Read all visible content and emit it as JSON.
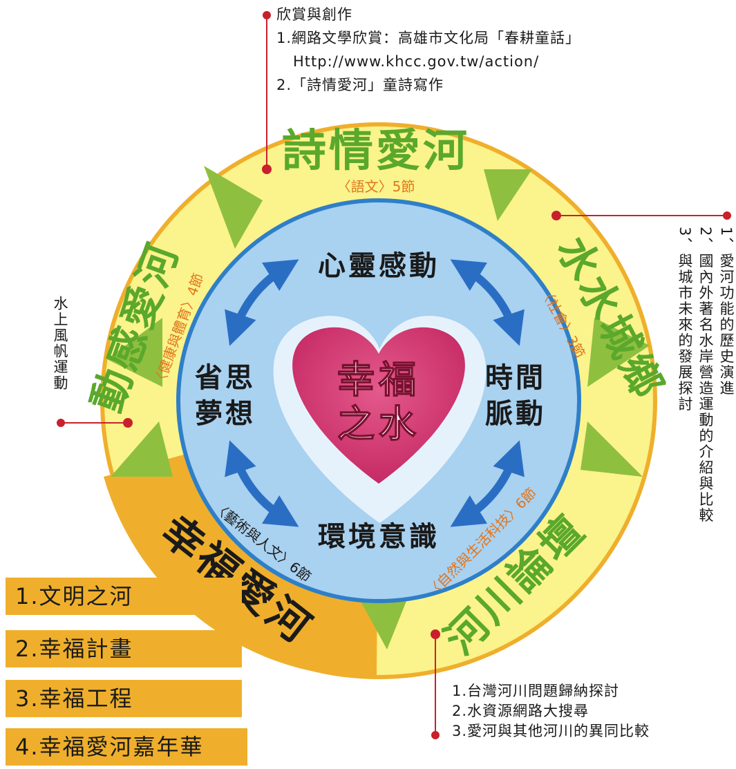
{
  "center": {
    "line1": "幸福",
    "line2": "之水"
  },
  "inner": {
    "top": "心靈感動",
    "bottom": "環境意識",
    "left_line1": "省思",
    "left_line2": "夢想",
    "right_line1": "時間",
    "right_line2": "脈動"
  },
  "themes": {
    "top": {
      "title": "詩情愛河",
      "sub": "〈語文〉5節"
    },
    "upper_right": {
      "title": "水水城鄉",
      "sub": "〈社會〉3節"
    },
    "lower_right": {
      "title": "河川論壇",
      "sub": "〈自然與生活科技〉6節"
    },
    "lower_left": {
      "title": "幸福愛河",
      "sub": "〈藝術與人文〉6節"
    },
    "upper_left": {
      "title": "動感愛河",
      "sub": "〈健康與體育〉4節"
    }
  },
  "notes": {
    "top": [
      "欣賞與創作",
      "1.網路文學欣賞：高雄市文化局「春耕童話」",
      "Http://www.khcc.gov.tw/action/",
      "2.「詩情愛河」童詩寫作"
    ],
    "left": "水上風帆運動",
    "right": [
      "1、愛河功能的歷史演進",
      "2、國內外著名水岸營造運動的介紹與比較",
      "3、與城市未來的發展探討"
    ],
    "bottom": [
      "1.台灣河川問題歸納探討",
      "2.水資源網路大搜尋",
      "3.愛河與其他河川的異同比較"
    ]
  },
  "list": [
    "1.文明之河",
    "2.幸福計畫",
    "3.幸福工程",
    "4.幸福愛河嘉年華"
  ],
  "colors": {
    "outer_ring": "#fbf38c",
    "ring_border": "#efaf2c",
    "star": "#8fbf3f",
    "inner_circle": "#a9d1f0",
    "inner_border": "#2e7fc8",
    "heart": "#c62a64",
    "title_green": "#5aa82c",
    "sub_orange": "#e0751c",
    "pointer_red": "#c8202c",
    "arrow_blue": "#2a6ec4"
  }
}
